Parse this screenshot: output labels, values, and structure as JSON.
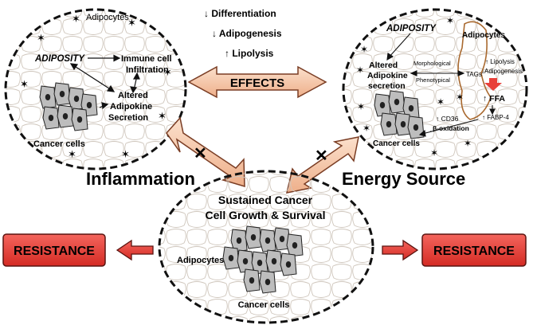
{
  "top_effects": {
    "items": [
      "↓ Differentiation",
      "↓ Adipogenesis",
      "↑ Lipolysis"
    ],
    "center_label": "EFFECTS"
  },
  "left_circle": {
    "adipocytes": "Adipocytes",
    "adiposity": "ADIPOSITY",
    "immune_line1": "Immune cell",
    "immune_line2": "Infiltration",
    "altered_line1": "Altered",
    "altered_line2": "Adipokine",
    "altered_line3": "Secretion",
    "cancer_cells": "Cancer cells"
  },
  "right_circle": {
    "adiposity": "ADIPOSITY",
    "adipocytes": "Adipocytes",
    "altered_line1": "Altered",
    "altered_line2": "Adipokine",
    "altered_line3": "secretion",
    "morphological": "Morphological",
    "phenotypical": "Phenotypical",
    "tags": "TAGs",
    "lipolysis": "↑ Lipolysis",
    "adipogenesis": "↓Adipogenesis",
    "ffa": "↑ FFA",
    "fabp4": "↑ FABP-4",
    "cd36": "↑ CD36",
    "b_oxidation": "β-oxidation",
    "cancer_cells": "Cancer cells"
  },
  "labels": {
    "inflammation": "Inflammation",
    "energy_source": "Energy Source"
  },
  "bottom_circle": {
    "title_line1": "Sustained Cancer",
    "title_line2": "Cell Growth & Survival",
    "adipocytes": "Adipocytes",
    "cancer_cells": "Cancer cells"
  },
  "resistance": {
    "left": "RESISTANCE",
    "right": "RESISTANCE"
  },
  "colors": {
    "red_text": "#e0231b",
    "arrow_fill": "#f6c8a8",
    "arrow_stroke": "#7a3d24",
    "resistance_fill": "#e8413a",
    "cell_fill": "#bdbdbd",
    "star": "#5b8fd0"
  }
}
